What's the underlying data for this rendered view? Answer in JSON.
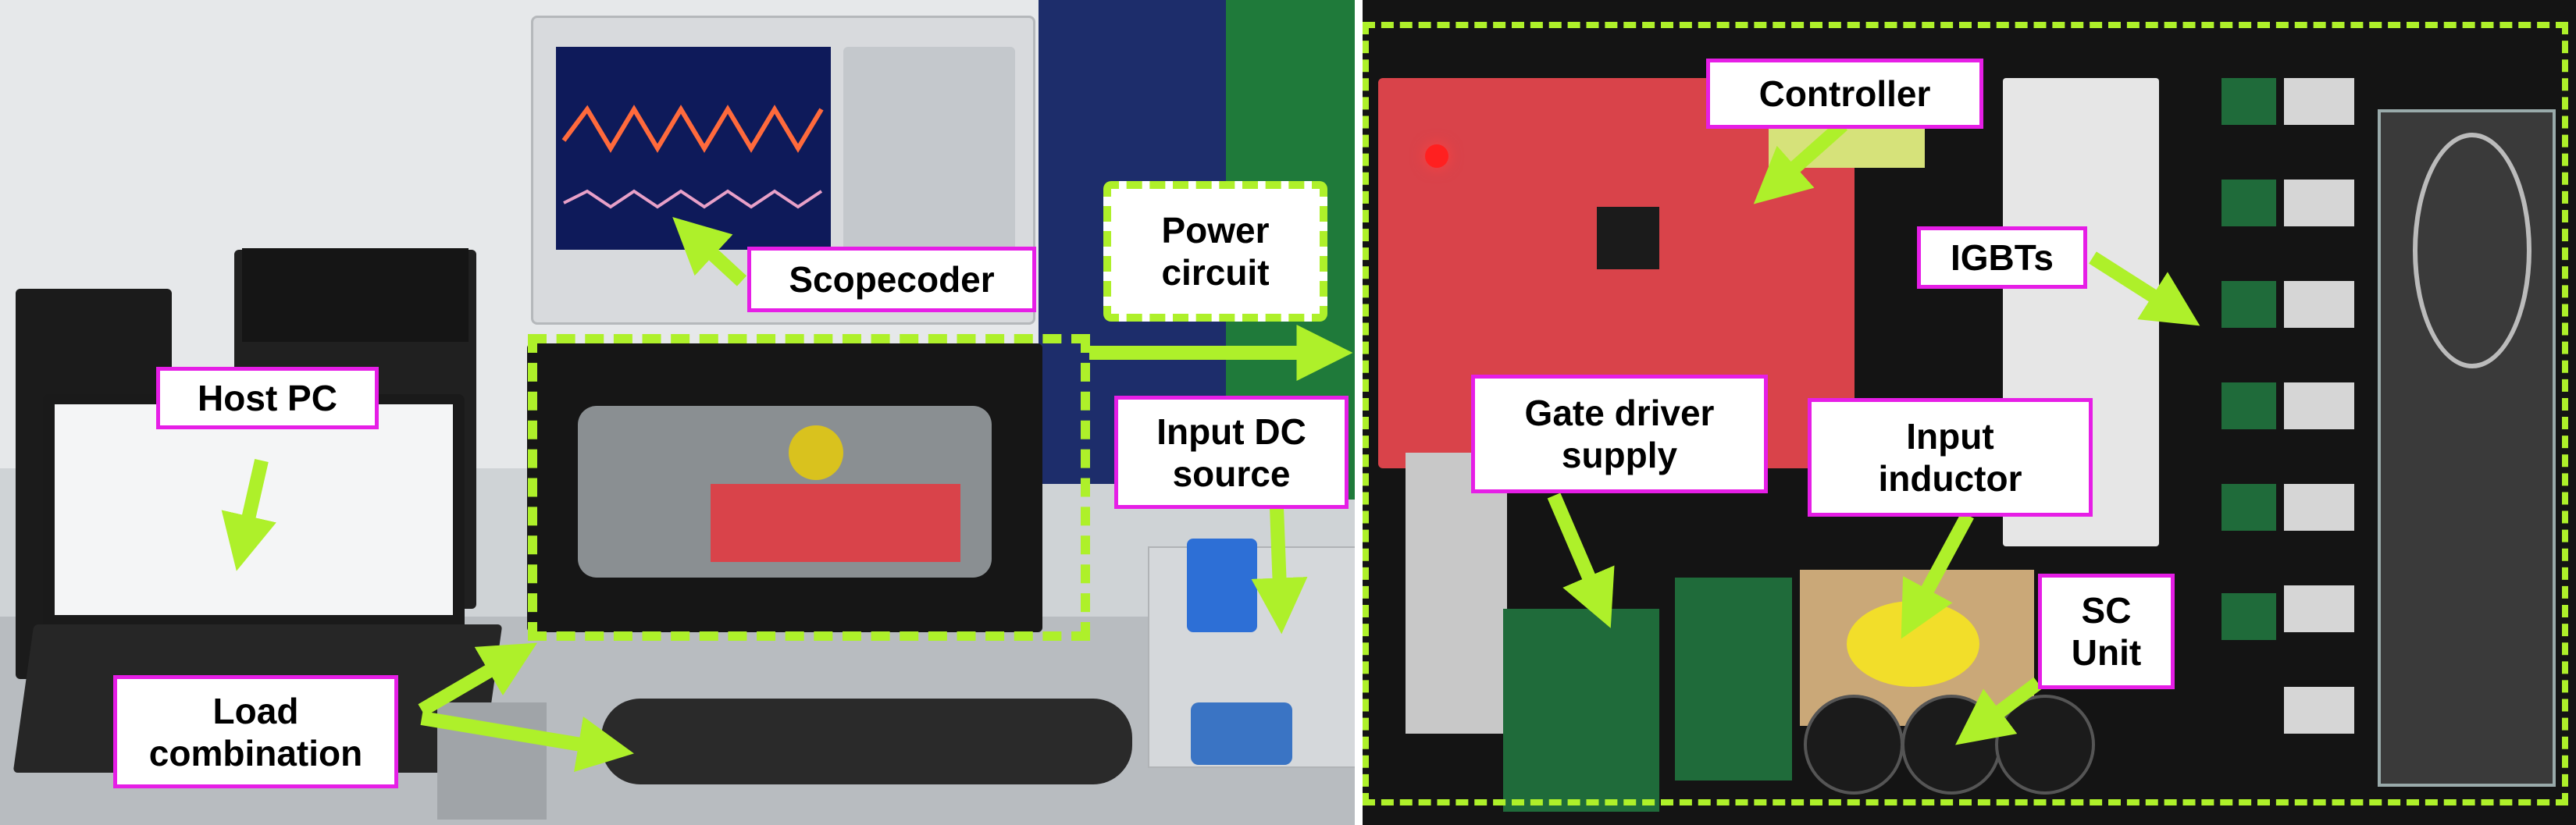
{
  "labels": {
    "host_pc": "Host PC",
    "scopecoder": "Scopecoder",
    "power_circuit": "Power\ncircuit",
    "input_dc_source": "Input DC\nsource",
    "load_combination": "Load\ncombination",
    "controller": "Controller",
    "igbts": "IGBTs",
    "gate_driver_supply": "Gate driver\nsupply",
    "input_inductor": "Input\ninductor",
    "sc_unit": "SC\nUnit"
  },
  "colors": {
    "label_border": "#e61ee6",
    "arrow": "#aef02a",
    "pcb_red": "#d9434a",
    "pcb_green": "#1f6b3a"
  },
  "icons": {
    "arrow": "arrow-icon"
  }
}
